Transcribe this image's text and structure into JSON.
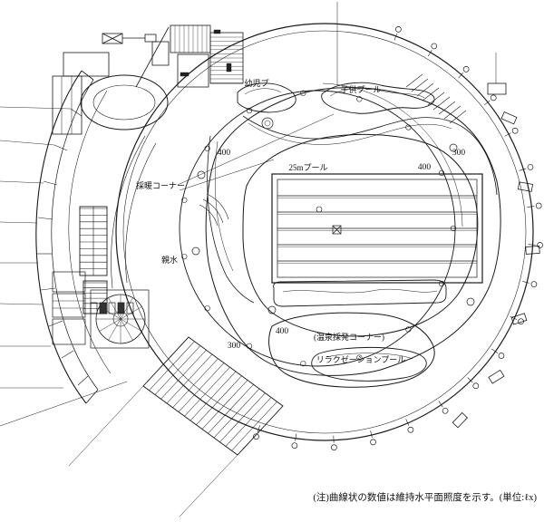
{
  "labels": {
    "infant_pool": "幼児プ",
    "kids_pool": "子供プール",
    "pool_25m": "25mプール",
    "warming_corner": "採暖コーナー",
    "shinsui": "親水",
    "onsen_corner": "(温泉採発コーナー)",
    "relaxation_pool": "リラクゼーションプール"
  },
  "illuminance": {
    "top_left_400": "400",
    "top_right_300": "300",
    "mid_right_400": "400",
    "bottom_400": "400",
    "bottom_left_300": "300"
  },
  "note": "(注)曲線状の数値は維持水平面照度を示す。(単位:ℓx)",
  "colors": {
    "line": "#1a1a1a",
    "background": "#ffffff"
  }
}
